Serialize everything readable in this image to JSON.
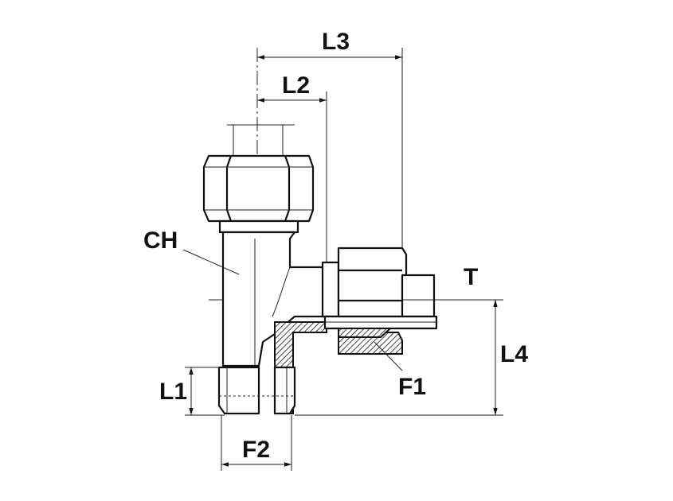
{
  "diagram": {
    "labels": {
      "l3": "L3",
      "l2": "L2",
      "ch": "CH",
      "t": "T",
      "l4": "L4",
      "l1": "L1",
      "f1": "F1",
      "f2": "F2"
    },
    "colors": {
      "line": "#111111",
      "background": "#ffffff"
    }
  }
}
